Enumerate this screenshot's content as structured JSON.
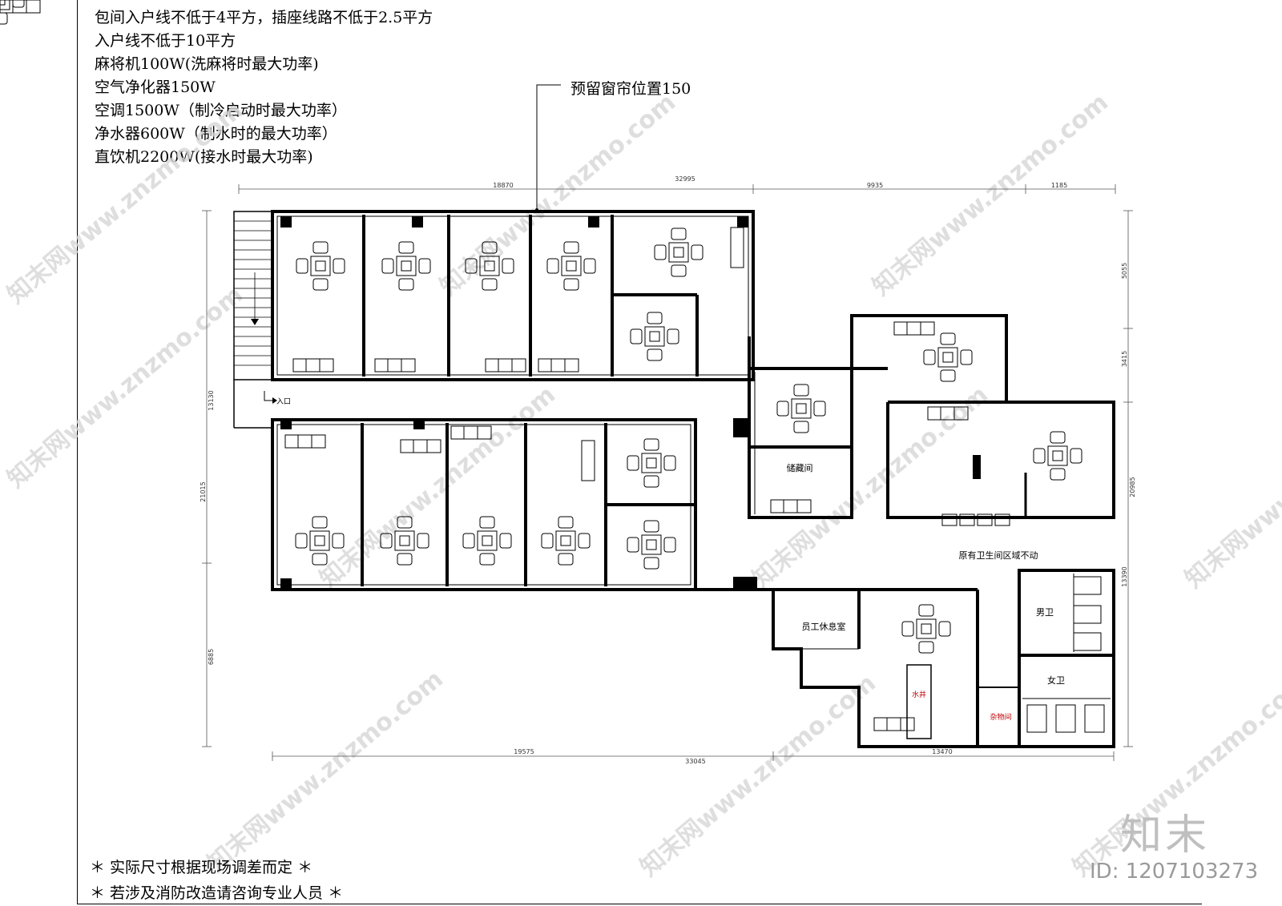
{
  "notes": [
    "包间入户线不低于4平方，插座线路不低于2.5平方",
    "入户线不低于10平方",
    "麻将机100W(洗麻将时最大功率)",
    "空气净化器150W",
    "空调1500W（制冷启动时最大功率）",
    "净水器600W（制水时的最大功率）",
    "直饮机2200W(接水时最大功率)"
  ],
  "callout": "预留窗帘位置150",
  "footer": {
    "line1": "＊ 实际尺寸根据现场调差而定 ＊",
    "line2": "＊ 若涉及消防改造请咨询专业人员 ＊"
  },
  "plan": {
    "entrance": "入口",
    "rooms": {
      "storage": "储藏间",
      "staff_lounge": "员工休息室",
      "restroom_area": "原有卫生间区域不动",
      "mens": "男卫",
      "womens": "女卫",
      "water_shaft": "水井",
      "utility": "杂物间"
    },
    "dimensions": {
      "top_total": "32995",
      "top_a": "18870",
      "top_b": "9935",
      "top_c": "1185",
      "left_total": "21015",
      "left_a": "13130",
      "left_b": "6885",
      "bottom_total": "33045",
      "bottom_a": "19575",
      "bottom_b": "13470",
      "right_a": "5055",
      "right_b": "3415",
      "right_c": "20985",
      "right_d": "13390"
    }
  },
  "watermark": {
    "brand": "知末",
    "id": "ID: 1207103273",
    "text": "知末网www.znzmo.com"
  },
  "colors": {
    "line": "#000000",
    "watermark": "#c8c8c8",
    "red_label": "#c00000"
  }
}
